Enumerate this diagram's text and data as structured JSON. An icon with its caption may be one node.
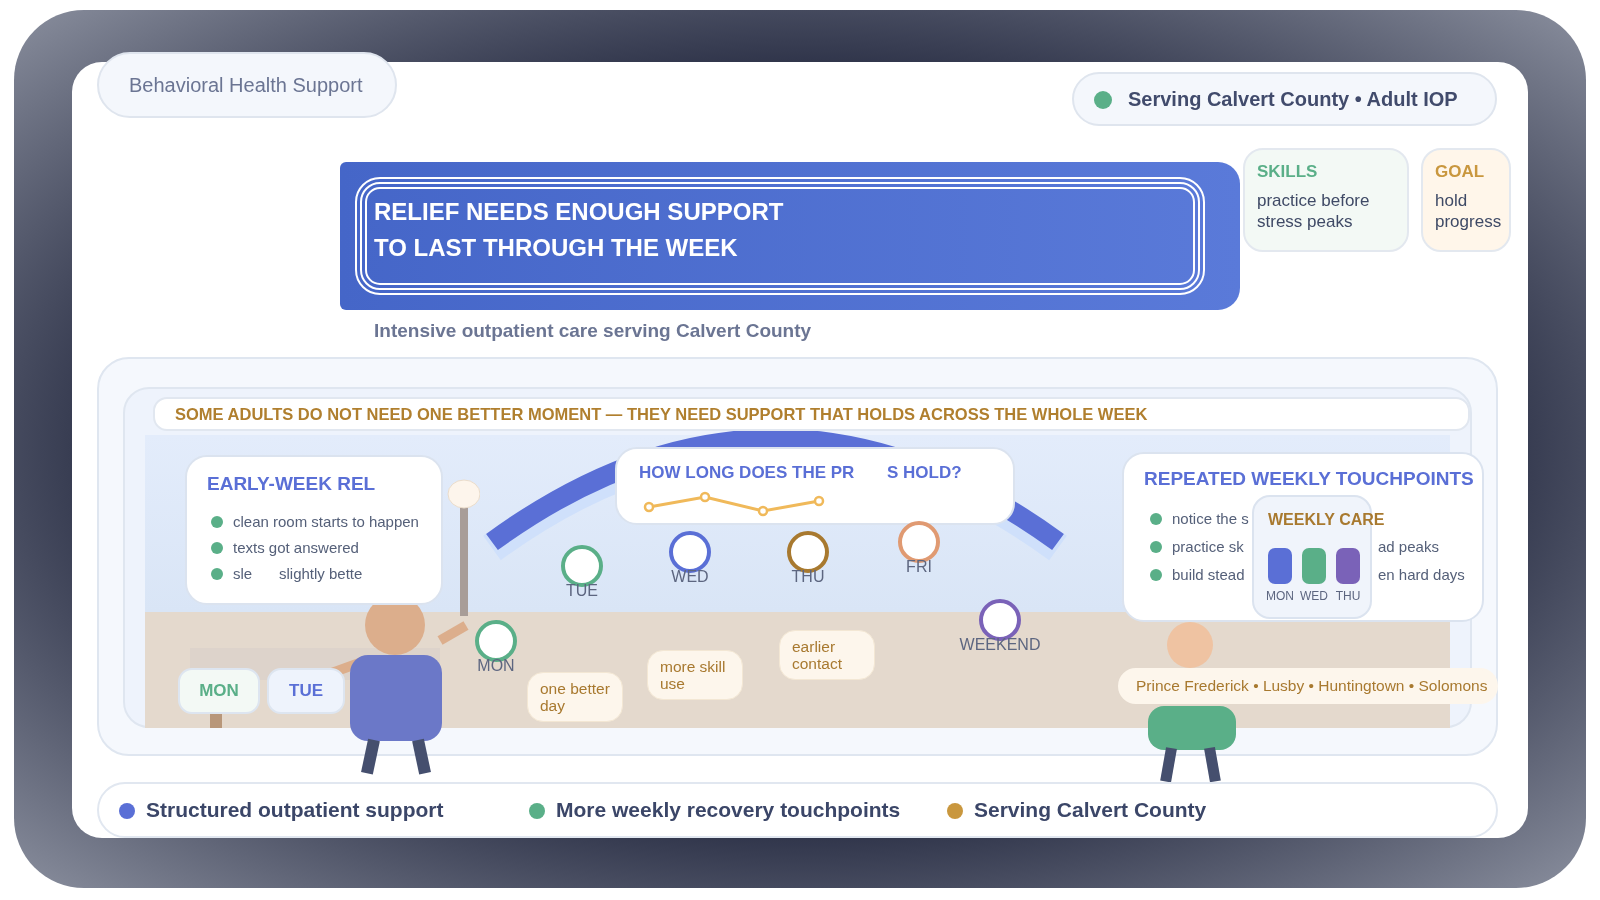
{
  "diagram": {
    "nodes": [
      {
        "text": [
          "Behavioral Health Support"
        ]
      },
      {
        "text": [
          "Serving Calvert County • Adult IOP"
        ]
      },
      {
        "text": [
          "RELIEF NEEDS ENOUGH SUPPORT TO LAST THROUGH THE WEEK"
        ]
      },
      {
        "text": [
          "SKILLS",
          "practice before stress peaks"
        ]
      },
      {
        "text": [
          "GOAL",
          "hold progress"
        ]
      },
      {
        "text": [
          "SOME ADULTS DO NOT NEED ONE BETTER MOMENT — THEY NEED SUPPORT THAT HOLDS ACROSS THE WHOLE WEEK"
        ]
      },
      {
        "text": [
          "EARLY-WEEK REL",
          "clean room starts to happen",
          "texts got answered",
          "sle",
          "slightly bette"
        ]
      },
      {
        "text": [
          "HOW LONG DOES THE PR",
          "S HOLD?"
        ]
      },
      {
        "text": [],
        "shape": "circle",
        "beside": [
          "MON"
        ]
      },
      {
        "text": [],
        "shape": "circle",
        "beside": [
          "TUE"
        ]
      },
      {
        "text": [],
        "shape": "circle",
        "beside": [
          "WED"
        ]
      },
      {
        "text": [],
        "shape": "circle",
        "beside": [
          "THU"
        ]
      },
      {
        "text": [],
        "shape": "circle",
        "beside": [
          "FRI"
        ]
      },
      {
        "text": [],
        "shape": "circle",
        "beside": [
          "WEEKEND"
        ]
      },
      {
        "text": [
          "one better day"
        ]
      },
      {
        "text": [
          "more skill use"
        ]
      },
      {
        "text": [
          "earlier contact"
        ]
      },
      {
        "text": [
          "MON"
        ]
      },
      {
        "text": [
          "TUE"
        ]
      },
      {
        "text": [
          "REPEATED WEEKLY TOUCHPOINTS",
          "notice the s",
          "practice sk",
          "ad peaks",
          "build stead",
          "en hard days"
        ]
      },
      {
        "text": [
          "WEEKLY CARE"
        ],
        "in": 19
      },
      {
        "text": [
          "Prince Frederick • Lusby • Huntingtown • Solomons"
        ]
      }
    ],
    "labels": [
      "Intensive outpatient care serving Calvert County",
      "MON",
      "WED",
      "THU"
    ],
    "legend": [
      {
        "text": "Structured outpatient support",
        "color": "#5a6fd6"
      },
      {
        "text": "More weekly recovery touchpoints",
        "color": "#5aaf88"
      },
      {
        "text": "Serving Calvert County",
        "color": "#c9973e"
      }
    ]
  }
}
